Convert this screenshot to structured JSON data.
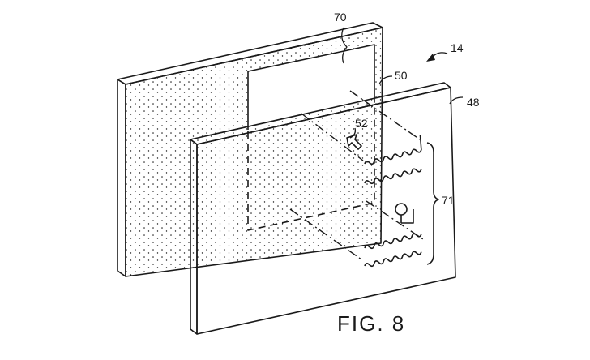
{
  "labels": {
    "device": "14",
    "front_panel": "48",
    "middle_panel": "50",
    "cursor": "52",
    "window": "70",
    "brace": "71"
  },
  "caption": "FIG. 8",
  "colors": {
    "ink": "#1a1a1a",
    "paper": "#ffffff"
  }
}
